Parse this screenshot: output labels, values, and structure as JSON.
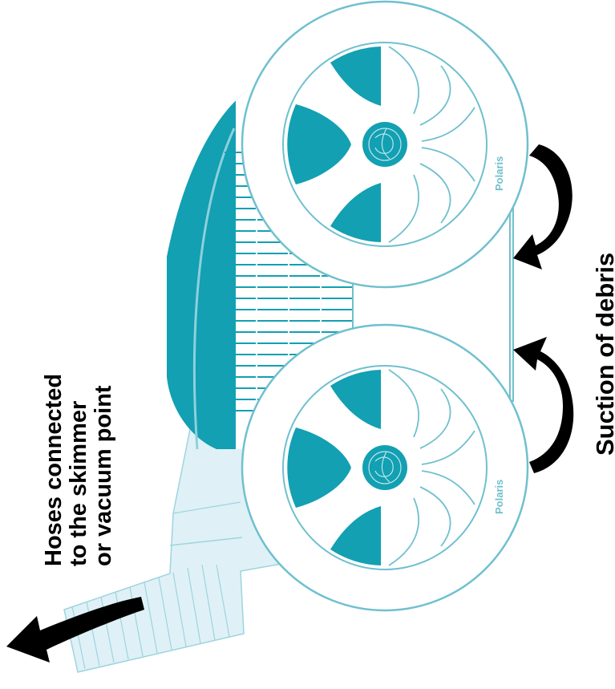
{
  "labels": {
    "hoses_line_1": "Hoses connected",
    "hoses_line_2": "to the skimmer",
    "hoses_line_3": "or vacuum point",
    "suction": "Suction of debris"
  },
  "brand": {
    "logo_text": "Polaris"
  },
  "colors": {
    "teal": "#12a0b2",
    "outline": "#6fc0cf",
    "hose_fill": "#dff1f6",
    "arrow": "#000000",
    "background": "#ffffff"
  }
}
